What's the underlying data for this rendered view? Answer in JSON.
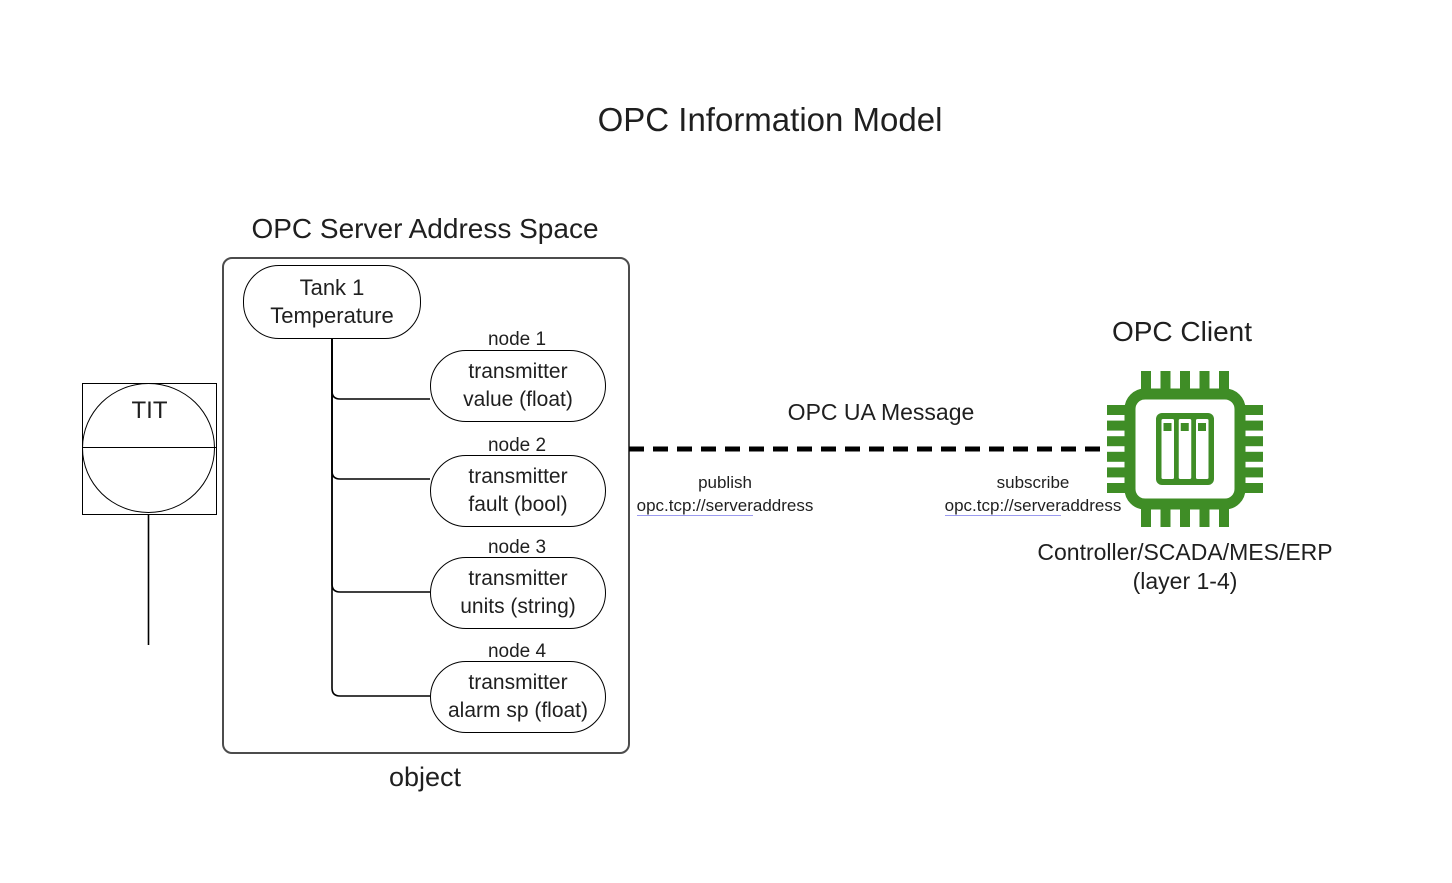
{
  "title": "OPC Information Model",
  "colors": {
    "chip_green": "#3f8d26",
    "link_underline": "#9b9bef",
    "diagram_line": "#000000",
    "box_border": "#4c4c4c"
  },
  "instrument": {
    "label": "TIT"
  },
  "server": {
    "heading": "OPC Server Address Space",
    "caption": "object",
    "root_node": {
      "line1": "Tank 1",
      "line2": "Temperature"
    },
    "nodes": [
      {
        "label": "node 1",
        "line1": "transmitter",
        "line2": "value (float)"
      },
      {
        "label": "node 2",
        "line1": "transmitter",
        "line2": "fault (bool)"
      },
      {
        "label": "node 3",
        "line1": "transmitter",
        "line2": "units (string)"
      },
      {
        "label": "node 4",
        "line1": "transmitter",
        "line2": "alarm sp (float)"
      }
    ]
  },
  "link": {
    "label": "OPC UA Message",
    "publish": {
      "action": "publish",
      "url_underlined": "opc.tcp://server",
      "url_rest": "address"
    },
    "subscribe": {
      "action": "subscribe",
      "url_underlined": "opc.tcp://server",
      "url_rest": "address"
    }
  },
  "client": {
    "heading": "OPC Client",
    "icon": "chip-icon",
    "caption_line1": "Controller/SCADA/MES/ERP",
    "caption_line2": "(layer 1-4)"
  }
}
